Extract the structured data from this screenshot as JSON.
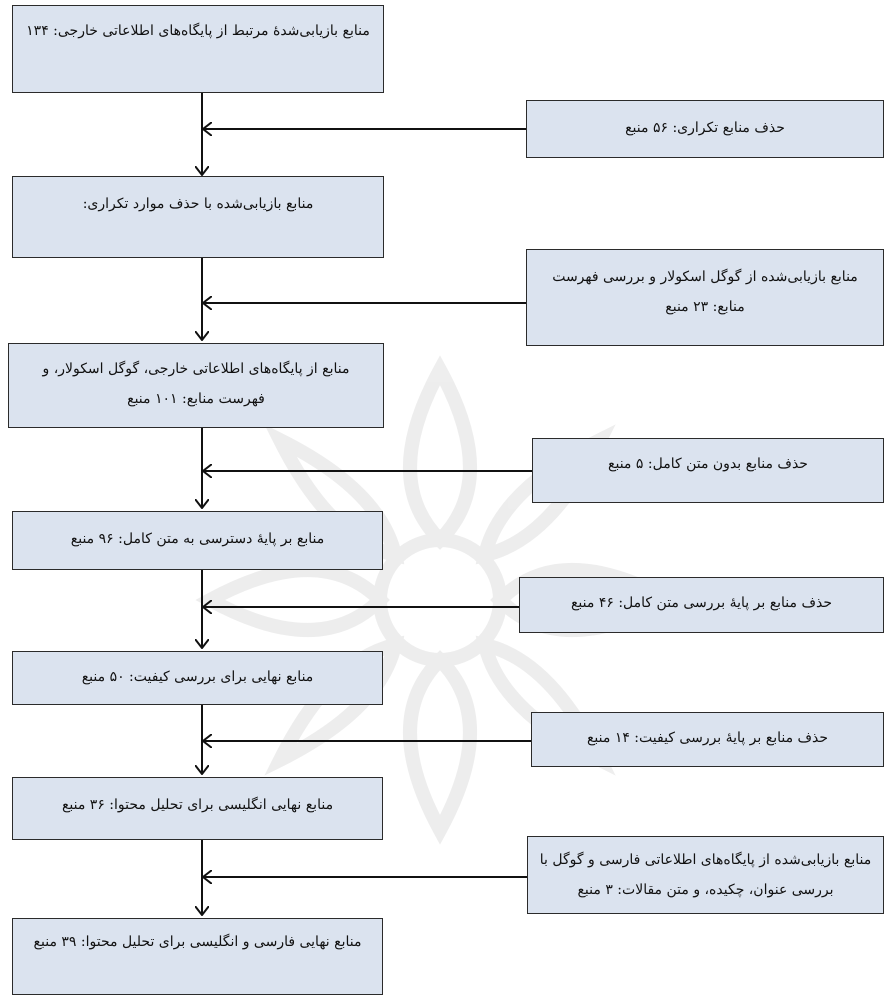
{
  "main_steps": [
    {
      "text": "منابع بازیابی‌شدهٔ مرتبط از پایگاه‌های اطلاعاتی خارجی: ۱۳۴"
    },
    {
      "text": "منابع بازیابی‌شده با حذف موارد تکراری:"
    },
    {
      "text": "منابع از پایگاه‌های اطلاعاتی خارجی، گوگل اسکولار، و فهرست منابع: ۱۰۱ منبع"
    },
    {
      "text": "منابع بر پایهٔ دسترسی به متن کامل: ۹۶ منبع"
    },
    {
      "text": "منابع نهایی برای بررسی کیفیت: ۵۰ منبع"
    },
    {
      "text": "منابع نهایی انگلیسی برای تحلیل محتوا: ۳۶ منبع"
    },
    {
      "text": "منابع نهایی فارسی و انگلیسی برای تحلیل محتوا: ۳۹ منبع"
    }
  ],
  "side_steps": [
    {
      "text": "حذف منابع تکراری: ۵۶ منبع"
    },
    {
      "text": "منابع بازیابی‌شده از گوگل اسکولار و بررسی فهرست منابع: ۲۳ منبع"
    },
    {
      "text": "حذف منابع بدون متن کامل: ۵ منبع"
    },
    {
      "text": "حذف منابع بر پایهٔ بررسی متن کامل: ۴۶ منبع"
    },
    {
      "text": "حذف منابع بر پایهٔ بررسی کیفیت: ۱۴ منبع"
    },
    {
      "text": "منابع بازیابی‌شده از پایگاه‌های اطلاعاتی فارسی و گوگل با بررسی عنوان، چکیده، و متن مقالات: ۳ منبع"
    }
  ],
  "colors": {
    "box_fill": "#dbe3ef",
    "line": "#111111"
  }
}
